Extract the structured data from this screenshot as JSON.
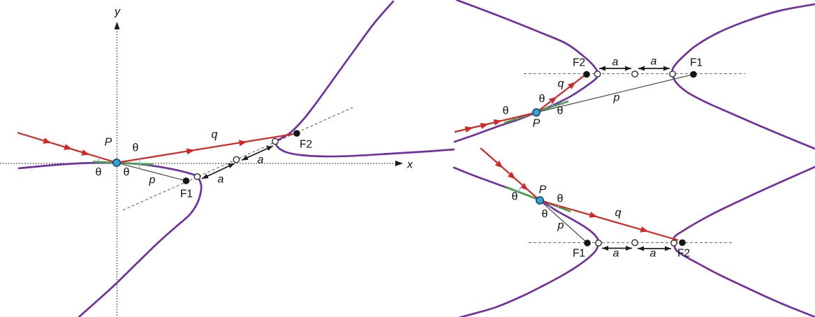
{
  "figure": {
    "type": "geometry-diagram",
    "description": "Reflection property of a hyperbola: incident rays through point P reflect toward focus F2, with equal angles θ to the tangent; segments p and q to foci F1 and F2, semi-axis lengths a marked between center and vertices.",
    "colors": {
      "hyperbola": "#7030a0",
      "ray": "#d22627",
      "tangent": "#46a346",
      "angle_arc": "#8fb3da",
      "point_p_fill": "#3ba0d8",
      "point_p_stroke": "#0f4f72",
      "focus_dot": "#151515",
      "thin_line": "#4d4d4d",
      "axis": "#2b2b2b",
      "dashed": "#666666",
      "label": "#111111",
      "background": "#ffffff"
    },
    "diagrams": {
      "main": {
        "name": "tilted hyperbola with coordinate axes",
        "labels": {
          "y_axis": "y",
          "x_axis": "x",
          "point_p": "P",
          "theta_left": "θ",
          "theta_upper": "θ",
          "theta_lower": "θ",
          "seg_p": "p",
          "seg_q": "q",
          "a_inner": "a",
          "a_outer": "a",
          "focus1": "F1",
          "focus2": "F2"
        }
      },
      "top_right": {
        "name": "horizontal hyperbola, ray aimed at F1 reflects toward F2",
        "labels": {
          "focus2": "F2",
          "focus1": "F1",
          "a_left": "a",
          "a_right": "a",
          "seg_q": "q",
          "seg_p": "p",
          "point_p": "P",
          "theta_left": "θ",
          "theta_upper": "θ",
          "theta_right": "θ"
        }
      },
      "bottom_right": {
        "name": "horizontal hyperbola, descending ray reflects toward F2",
        "labels": {
          "point_p": "P",
          "theta_left": "θ",
          "theta_right": "θ",
          "theta_lower": "θ",
          "seg_p": "p",
          "seg_q": "q",
          "focus1": "F1",
          "focus2": "F2",
          "a_left": "a",
          "a_right": "a"
        }
      }
    }
  }
}
